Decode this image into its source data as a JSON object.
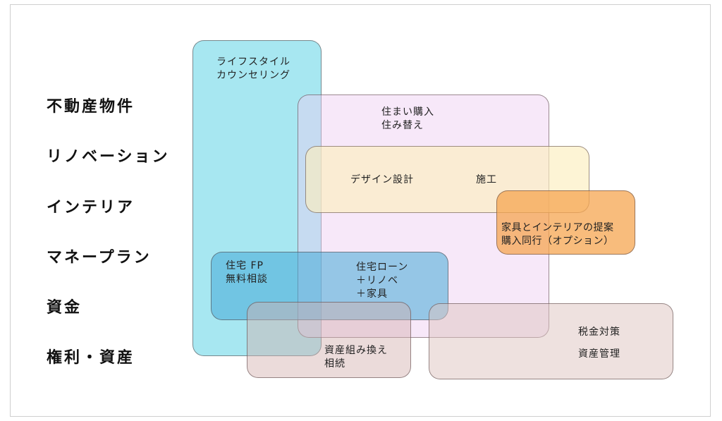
{
  "row_labels": [
    "不動産物件",
    "リノベーション",
    "インテリア",
    "マネープラン",
    "資金",
    "権利・資産"
  ],
  "boxes": {
    "lifestyle": {
      "lines": [
        "ライフスタイル",
        "カウンセリング"
      ],
      "color": "#5fd3e6"
    },
    "purchase": {
      "lines": [
        "住まい購入",
        "住み替え"
      ],
      "color": "#f3d7f5"
    },
    "design": {
      "label_design": "デザイン設計",
      "label_construction": "施工",
      "color": "#fdf2c6"
    },
    "furniture": {
      "lines": [
        "家具とインテリアの提案",
        "購入同行（オプション）"
      ],
      "color": "#f6b162"
    },
    "fp": {
      "lines": [
        "住宅 FP",
        "無料相談"
      ],
      "color": "#5cb8dd"
    },
    "loan": {
      "lines": [
        "住宅ローン",
        "＋リノベ",
        "＋家具"
      ]
    },
    "asset_reorg": {
      "lines": [
        "資産組み換え",
        "相続"
      ],
      "color": "#e3c7c4"
    },
    "tax": {
      "label_tax": "税金対策",
      "label_asset": "資産管理",
      "color": "#ead6d4"
    }
  }
}
